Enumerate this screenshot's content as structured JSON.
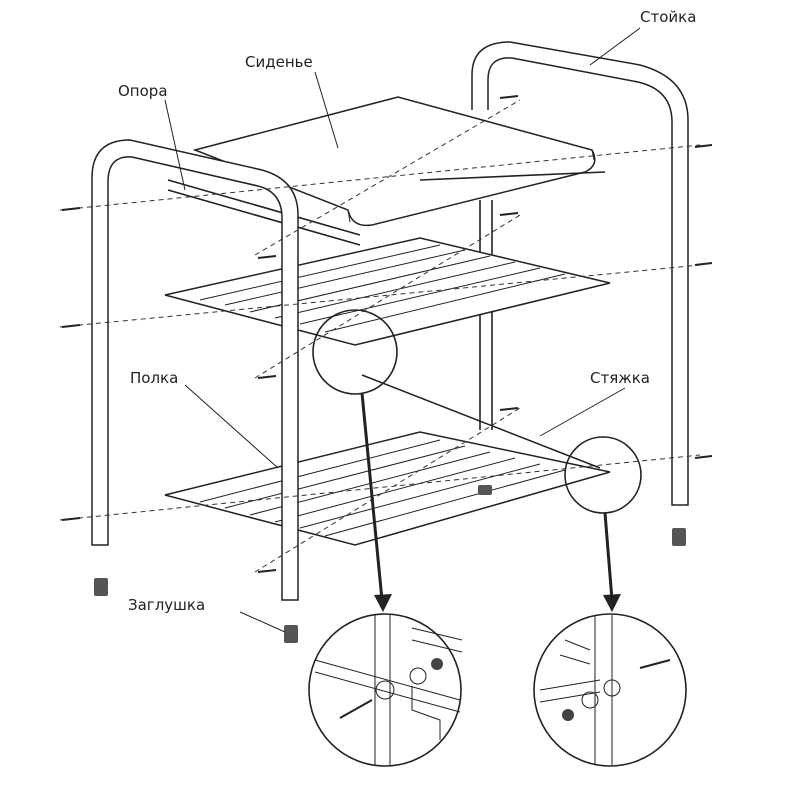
{
  "labels": {
    "post": "Стойка",
    "seat": "Сиденье",
    "support": "Опора",
    "shelf": "Полка",
    "tie": "Стяжка",
    "plug": "Заглушка"
  },
  "colors": {
    "line": "#222222",
    "background": "#ffffff"
  }
}
